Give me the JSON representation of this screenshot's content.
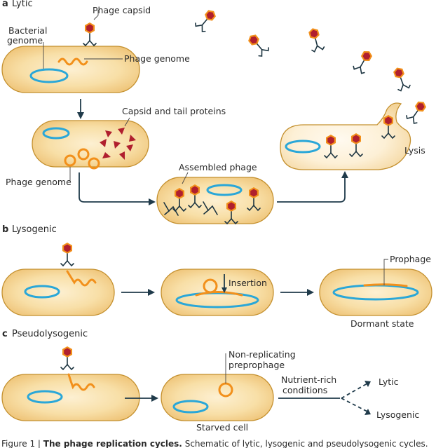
{
  "sections": {
    "lytic": {
      "letter": "a",
      "name": "Lytic"
    },
    "lysogenic": {
      "letter": "b",
      "name": "Lysogenic"
    },
    "pseudolysogenic": {
      "letter": "c",
      "name": "Pseudolysogenic"
    }
  },
  "labels": {
    "phage_capsid": "Phage capsid",
    "bacterial_genome_1": "Bacterial",
    "bacterial_genome_2": "genome",
    "phage_genome_top": "Phage genome",
    "capsid_tail_proteins": "Capsid and tail proteins",
    "phage_genome_left": "Phage genome",
    "assembled_phage": "Assembled phage",
    "lysis": "Lysis",
    "prophage": "Prophage",
    "insertion": "Insertion",
    "dormant_state": "Dormant state",
    "non_replicating_1": "Non-replicating",
    "non_replicating_2": "preprophage",
    "nutrient_rich_1": "Nutrient-rich",
    "nutrient_rich_2": "conditions",
    "outcome_lytic": "Lytic",
    "outcome_lysogenic": "Lysogenic",
    "starved_cell": "Starved cell"
  },
  "caption": {
    "figure": "Figure 1 |",
    "title": "The phage replication cycles.",
    "text": "Schematic of lytic, lysogenic and pseudolysogenic cycles."
  },
  "colors": {
    "cell_fill": "#f6d79a",
    "cell_edge": "#c4902e",
    "genome": "#2aa7d8",
    "phage_dna": "#f2901b",
    "capsid_fill": "#b01f2e",
    "capsid_ring": "#f2901b",
    "arrow": "#1f3a4a"
  }
}
